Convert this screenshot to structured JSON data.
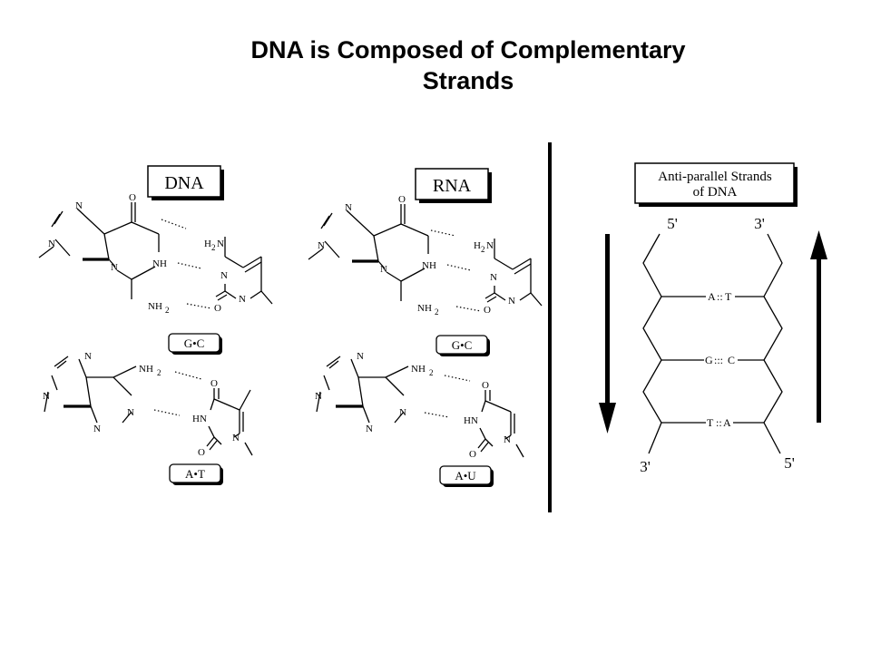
{
  "title": {
    "line1": "DNA is Composed of Complementary",
    "line2": "Strands"
  },
  "dna_panel": {
    "heading": "DNA",
    "gc_pair_label": "G•C",
    "at_pair_label": "A•T",
    "guanine": {
      "atoms": {
        "n7": "N",
        "n9": "N",
        "n3": "N",
        "nh": "NH",
        "o6": "O",
        "nh2": "NH",
        "nh2_sub": "2"
      }
    },
    "cytosine": {
      "atoms": {
        "h2n": "H",
        "h2n_sub": "2",
        "h2n_n": "N",
        "n3": "N",
        "n1": "N",
        "o2": "O"
      }
    },
    "adenine": {
      "atoms": {
        "n7": "N",
        "n9": "N",
        "n1": "N",
        "n3": "N",
        "nh2": "NH",
        "nh2_sub": "2"
      }
    },
    "thymine": {
      "atoms": {
        "o4": "O",
        "hn": "HN",
        "n1": "N",
        "o2": "O"
      }
    }
  },
  "rna_panel": {
    "heading": "RNA",
    "gc_pair_label": "G•C",
    "au_pair_label": "A•U",
    "guanine": {
      "atoms": {
        "n7": "N",
        "n9": "N",
        "n3": "N",
        "nh": "NH",
        "o6": "O",
        "nh2": "NH",
        "nh2_sub": "2"
      }
    },
    "cytosine": {
      "atoms": {
        "h2n": "H",
        "h2n_sub": "2",
        "h2n_n": "N",
        "n3": "N",
        "n1": "N",
        "o2": "O"
      }
    },
    "adenine": {
      "atoms": {
        "n7": "N",
        "n9": "N",
        "n1": "N",
        "n3": "N",
        "nh2": "NH",
        "nh2_sub": "2"
      }
    },
    "uracil": {
      "atoms": {
        "o4": "O",
        "hn": "HN",
        "n1": "N",
        "o2": "O"
      }
    }
  },
  "antiparallel_panel": {
    "heading_line1": "Anti-parallel Strands",
    "heading_line2": "of DNA",
    "left_top": "5'",
    "right_top": "3'",
    "left_bottom": "3'",
    "right_bottom": "5'",
    "pairs": [
      {
        "left": "A",
        "bonds": "::",
        "right": "T"
      },
      {
        "left": "G",
        "bonds": ":::",
        "right": "C"
      },
      {
        "left": "T",
        "bonds": "::",
        "right": "A"
      }
    ]
  }
}
